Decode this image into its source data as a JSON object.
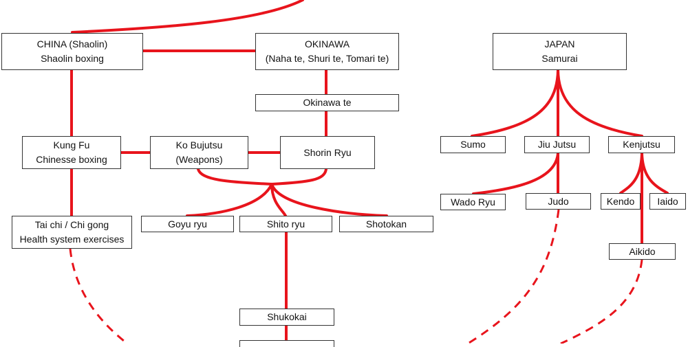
{
  "colors": {
    "connector": "#e8141c",
    "box_border": "#333333",
    "text": "#111111"
  },
  "nodes": {
    "china": {
      "line1": "CHINA (Shaolin)",
      "line2": "Shaolin boxing"
    },
    "okinawa": {
      "line1": "OKINAWA",
      "line2": "(Naha te, Shuri te, Tomari te)"
    },
    "japan": {
      "line1": "JAPAN",
      "line2": "Samurai"
    },
    "okinawate": {
      "line1": "Okinawa te"
    },
    "kungfu": {
      "line1": "Kung Fu",
      "line2": "Chinesse boxing"
    },
    "kobujutsu": {
      "line1": "Ko Bujutsu",
      "line2": "(Weapons)"
    },
    "shorinryu": {
      "line1": "Shorin Ryu"
    },
    "sumo": {
      "line1": "Sumo"
    },
    "jiujutsu": {
      "line1": "Jiu Jutsu"
    },
    "kenjutsu": {
      "line1": "Kenjutsu"
    },
    "taichi": {
      "line1": "Tai chi / Chi gong",
      "line2": "Health system exercises"
    },
    "goyuryu": {
      "line1": "Goyu ryu"
    },
    "shitoryu": {
      "line1": "Shito ryu"
    },
    "shotokan": {
      "line1": "Shotokan"
    },
    "wadoryu": {
      "line1": "Wado Ryu"
    },
    "judo": {
      "line1": "Judo"
    },
    "kendo": {
      "line1": "Kendo"
    },
    "iaido": {
      "line1": "Iaido"
    },
    "aikido": {
      "line1": "Aikido"
    },
    "shukokai": {
      "line1": "Shukokai"
    }
  }
}
